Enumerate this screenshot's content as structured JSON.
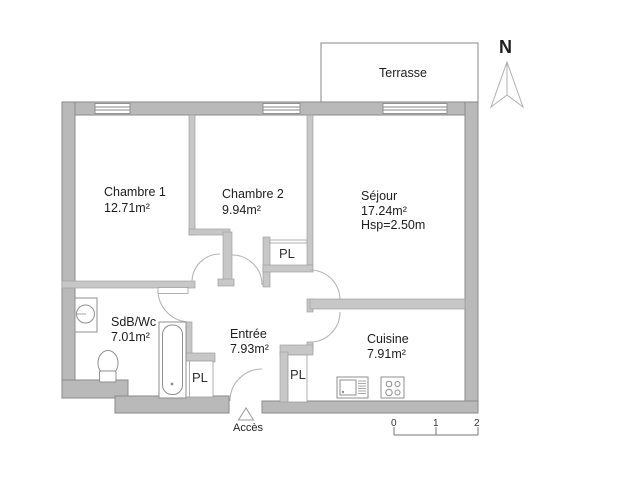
{
  "colors": {
    "wall_outer": "#b9b9b9",
    "wall_inner": "#c7c7c7",
    "background": "#ffffff"
  },
  "north": {
    "label": "N"
  },
  "terrace": {
    "label": "Terrasse"
  },
  "rooms": {
    "chambre1": {
      "name": "Chambre 1",
      "area": "12.71m²"
    },
    "chambre2": {
      "name": "Chambre 2",
      "area": "9.94m²"
    },
    "sejour": {
      "name": "Séjour",
      "area": "17.24m²",
      "ceiling_height": "Hsp=2.50m"
    },
    "sdb": {
      "name": "SdB/Wc",
      "area": "7.01m²"
    },
    "entree": {
      "name": "Entrée",
      "area": "7.93m²"
    },
    "cuisine": {
      "name": "Cuisine",
      "area": "7.91m²"
    }
  },
  "closets": {
    "chambre2_closet": "PL",
    "hall_closet": "PL",
    "kitchen_closet": "PL"
  },
  "access": {
    "label": "Accès"
  },
  "scale_bar": {
    "ticks": [
      "0",
      "1",
      "2"
    ]
  }
}
